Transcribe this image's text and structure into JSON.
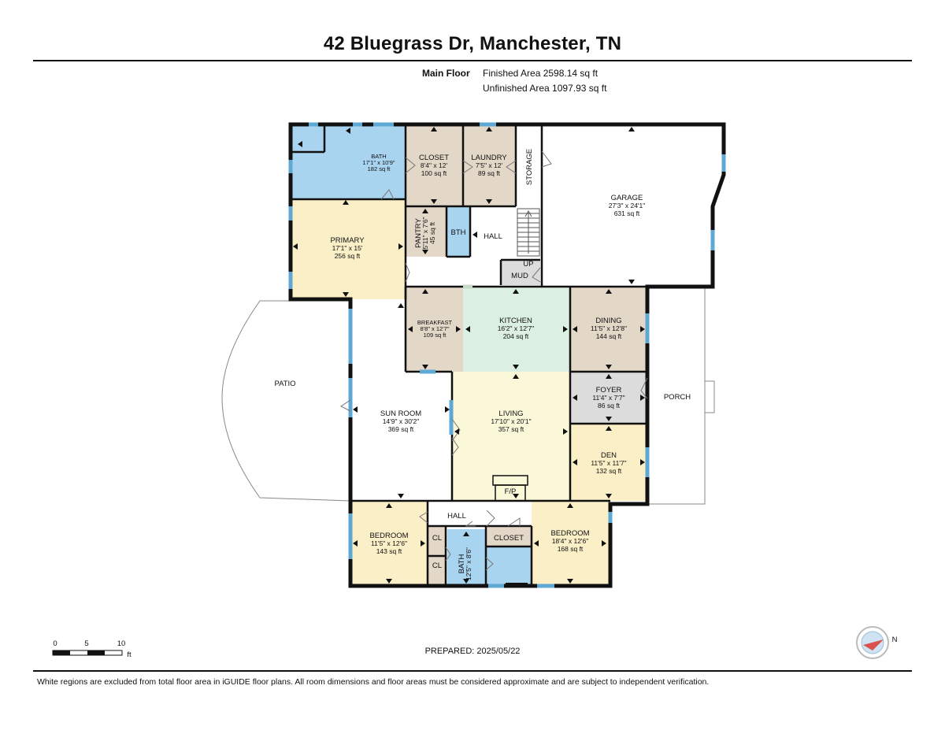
{
  "header": {
    "title": "42 Bluegrass Dr, Manchester, TN",
    "floor_label": "Main Floor",
    "finished_area": "Finished Area 2598.14 sq ft",
    "unfinished_area": "Unfinished Area 1097.93 sq ft"
  },
  "rooms": {
    "bath_primary": {
      "name": "BATH",
      "dims": "17'1\" x 10'9\"",
      "area": "182 sq ft"
    },
    "closet_top": {
      "name": "CLOSET",
      "dims": "8'4\" x 12'",
      "area": "100 sq ft"
    },
    "laundry": {
      "name": "LAUNDRY",
      "dims": "7'5\" x 12'",
      "area": "89 sq ft"
    },
    "storage": {
      "name": "STORAGE"
    },
    "garage": {
      "name": "GARAGE",
      "dims": "27'3\" x 24'1\"",
      "area": "631 sq ft"
    },
    "primary": {
      "name": "PRIMARY",
      "dims": "17'1\" x 15'",
      "area": "256 sq ft"
    },
    "pantry": {
      "name": "PANTRY",
      "dims": "5'11\" x 7'6\"",
      "area": "45 sq ft"
    },
    "bth": {
      "name": "BTH"
    },
    "hall_top": {
      "name": "HALL"
    },
    "up": {
      "name": "UP"
    },
    "mud": {
      "name": "MUD"
    },
    "breakfast": {
      "name": "BREAKFAST",
      "dims": "8'8\" x 12'7\"",
      "area": "109 sq ft"
    },
    "kitchen": {
      "name": "KITCHEN",
      "dims": "16'2\" x 12'7\"",
      "area": "204 sq ft"
    },
    "dining": {
      "name": "DINING",
      "dims": "11'5\" x 12'8\"",
      "area": "144 sq ft"
    },
    "patio": {
      "name": "PATIO"
    },
    "sun_room": {
      "name": "SUN ROOM",
      "dims": "14'9\" x 30'2\"",
      "area": "369 sq ft"
    },
    "living": {
      "name": "LIVING",
      "dims": "17'10\" x 20'1\"",
      "area": "357 sq ft"
    },
    "foyer": {
      "name": "FOYER",
      "dims": "11'4\" x 7'7\"",
      "area": "86 sq ft"
    },
    "porch": {
      "name": "PORCH"
    },
    "den": {
      "name": "DEN",
      "dims": "11'5\" x 11'7\"",
      "area": "132 sq ft"
    },
    "fp": {
      "name": "F/P"
    },
    "hall_bottom": {
      "name": "HALL"
    },
    "bedroom_left": {
      "name": "BEDROOM",
      "dims": "11'5\" x 12'6\"",
      "area": "143 sq ft"
    },
    "cl_top": {
      "name": "CL"
    },
    "cl_bottom": {
      "name": "CL"
    },
    "bath_bottom": {
      "name": "BATH",
      "dims": "12'5\" x 8'6\""
    },
    "closet_bottom": {
      "name": "CLOSET"
    },
    "bedroom_right": {
      "name": "BEDROOM",
      "dims": "18'4\" x 12'6\"",
      "area": "168 sq ft"
    }
  },
  "scale": {
    "labels": [
      "0",
      "5",
      "10"
    ],
    "unit": "ft"
  },
  "compass": {
    "label": "N"
  },
  "prepared": "PREPARED: 2025/05/22",
  "footer": "White regions are excluded from total floor area in iGUIDE floor plans. All room dimensions and floor areas must be considered approximate and are subject to independent verification.",
  "colors": {
    "bath": "#a9d4ef",
    "closet": "#e3d7c8",
    "bedroom": "#fbefc8",
    "kitchen": "#dcefe3",
    "utility": "#dcdcdc",
    "wall": "#111111",
    "window": "#5fa8d3"
  }
}
